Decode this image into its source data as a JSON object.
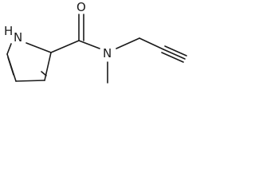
{
  "structure": {
    "atoms": {
      "oxygen": "O",
      "amide_nitrogen": "N",
      "pyrrole_nitrogen": "N",
      "pyrrole_hydrogen": "H"
    }
  }
}
